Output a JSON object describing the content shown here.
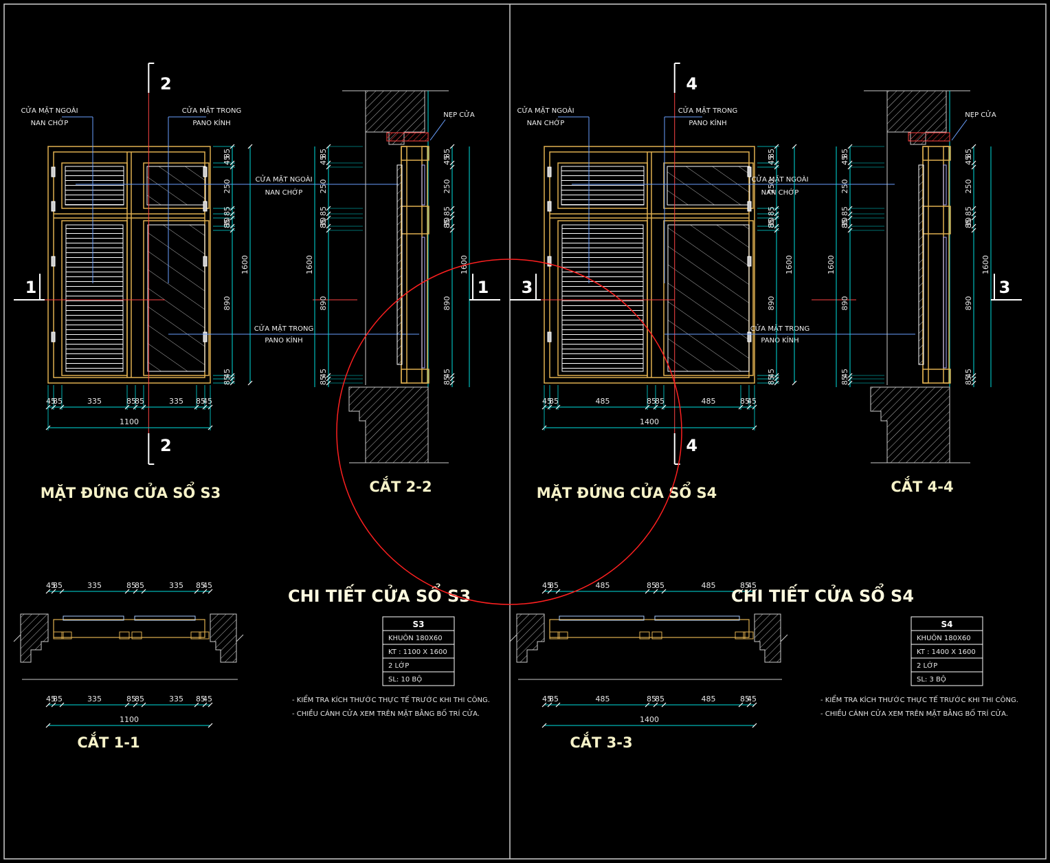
{
  "colors": {
    "frame": "#e0b050",
    "glass": "#ffffff",
    "dim": "#00e0e0",
    "grid": "#6aa0ff",
    "section": "#ff4444",
    "wall": "#cccccc",
    "red_circle": "#ff2020"
  },
  "left": {
    "callouts": {
      "outer_1": "CỬA MẶT NGOÀI",
      "outer_2": "NAN CHỚP",
      "inner_1": "CỬA MẶT TRONG",
      "inner_2": "PANO KÍNH",
      "mid_outer_1": "CỬA MẶT NGOÀI",
      "mid_outer_2": "NAN CHỚP",
      "mid_inner_1": "CỬA MẶT TRONG",
      "mid_inner_2": "PANO KÍNH",
      "nep": "NẸP CỬA"
    },
    "marks": {
      "s2": "2",
      "s1": "1"
    },
    "elev_title": "MẶT ĐỨNG CỬA SỔ S3",
    "sec_title": "CẮT 2-2",
    "plan_title": "CẮT 1-1",
    "detail_title": "CHI TIẾT CỬA SỔ S3",
    "total_w": "1100",
    "dims_h": [
      "45",
      "85",
      "335",
      "85",
      "85",
      "335",
      "85",
      "45"
    ],
    "dims_v": [
      "85",
      "45",
      "250",
      "85",
      "85",
      "30",
      "890",
      "45",
      "85"
    ],
    "total_h": "1600",
    "table": {
      "head": "S3",
      "r1": "KHUÔN 180X60",
      "r2": "KT : 1100 X 1600",
      "r3": "2 LỚP",
      "r4": "SL: 10 BỘ"
    },
    "notes": [
      "- KIỂM TRA KÍCH THƯỚC THỰC TẾ TRƯỚC KHI THI CÔNG.",
      "- CHIỀU CÁNH CỬA XEM TRÊN MẶT BẰNG BỐ TRÍ CỬA."
    ]
  },
  "right": {
    "callouts": {
      "outer_1": "CỬA MẶT NGOÀI",
      "outer_2": "NAN CHỚP",
      "inner_1": "CỬA MẶT TRONG",
      "inner_2": "PANO KÍNH",
      "mid_outer_1": "CỬA MẶT NGOÀI",
      "mid_outer_2": "NAN CHỚP",
      "mid_inner_1": "CỬA MẶT TRONG",
      "mid_inner_2": "PANO KÍNH",
      "nep": "NẸP CỬA"
    },
    "marks": {
      "s2": "4",
      "s1": "3"
    },
    "elev_title": "MẶT ĐỨNG CỬA SỔ S4",
    "sec_title": "CẮT 4-4",
    "plan_title": "CẮT 3-3",
    "detail_title": "CHI TIẾT CỬA SỔ S4",
    "total_w": "1400",
    "dims_h": [
      "45",
      "85",
      "485",
      "85",
      "85",
      "485",
      "85",
      "45"
    ],
    "dims_v": [
      "85",
      "45",
      "250",
      "85",
      "85",
      "30",
      "890",
      "45",
      "85"
    ],
    "total_h": "1600",
    "table": {
      "head": "S4",
      "r1": "KHUÔN 180X60",
      "r2": "KT : 1400 X 1600",
      "r3": "2 LỚP",
      "r4": "SL: 3 BỘ"
    },
    "notes": [
      "- KIỂM TRA KÍCH THƯỚC THỰC TẾ TRƯỚC KHI THI CÔNG.",
      "- CHIỀU CÁNH CỬA XEM TRÊN MẶT BẰNG BỐ TRÍ CỬA."
    ]
  }
}
